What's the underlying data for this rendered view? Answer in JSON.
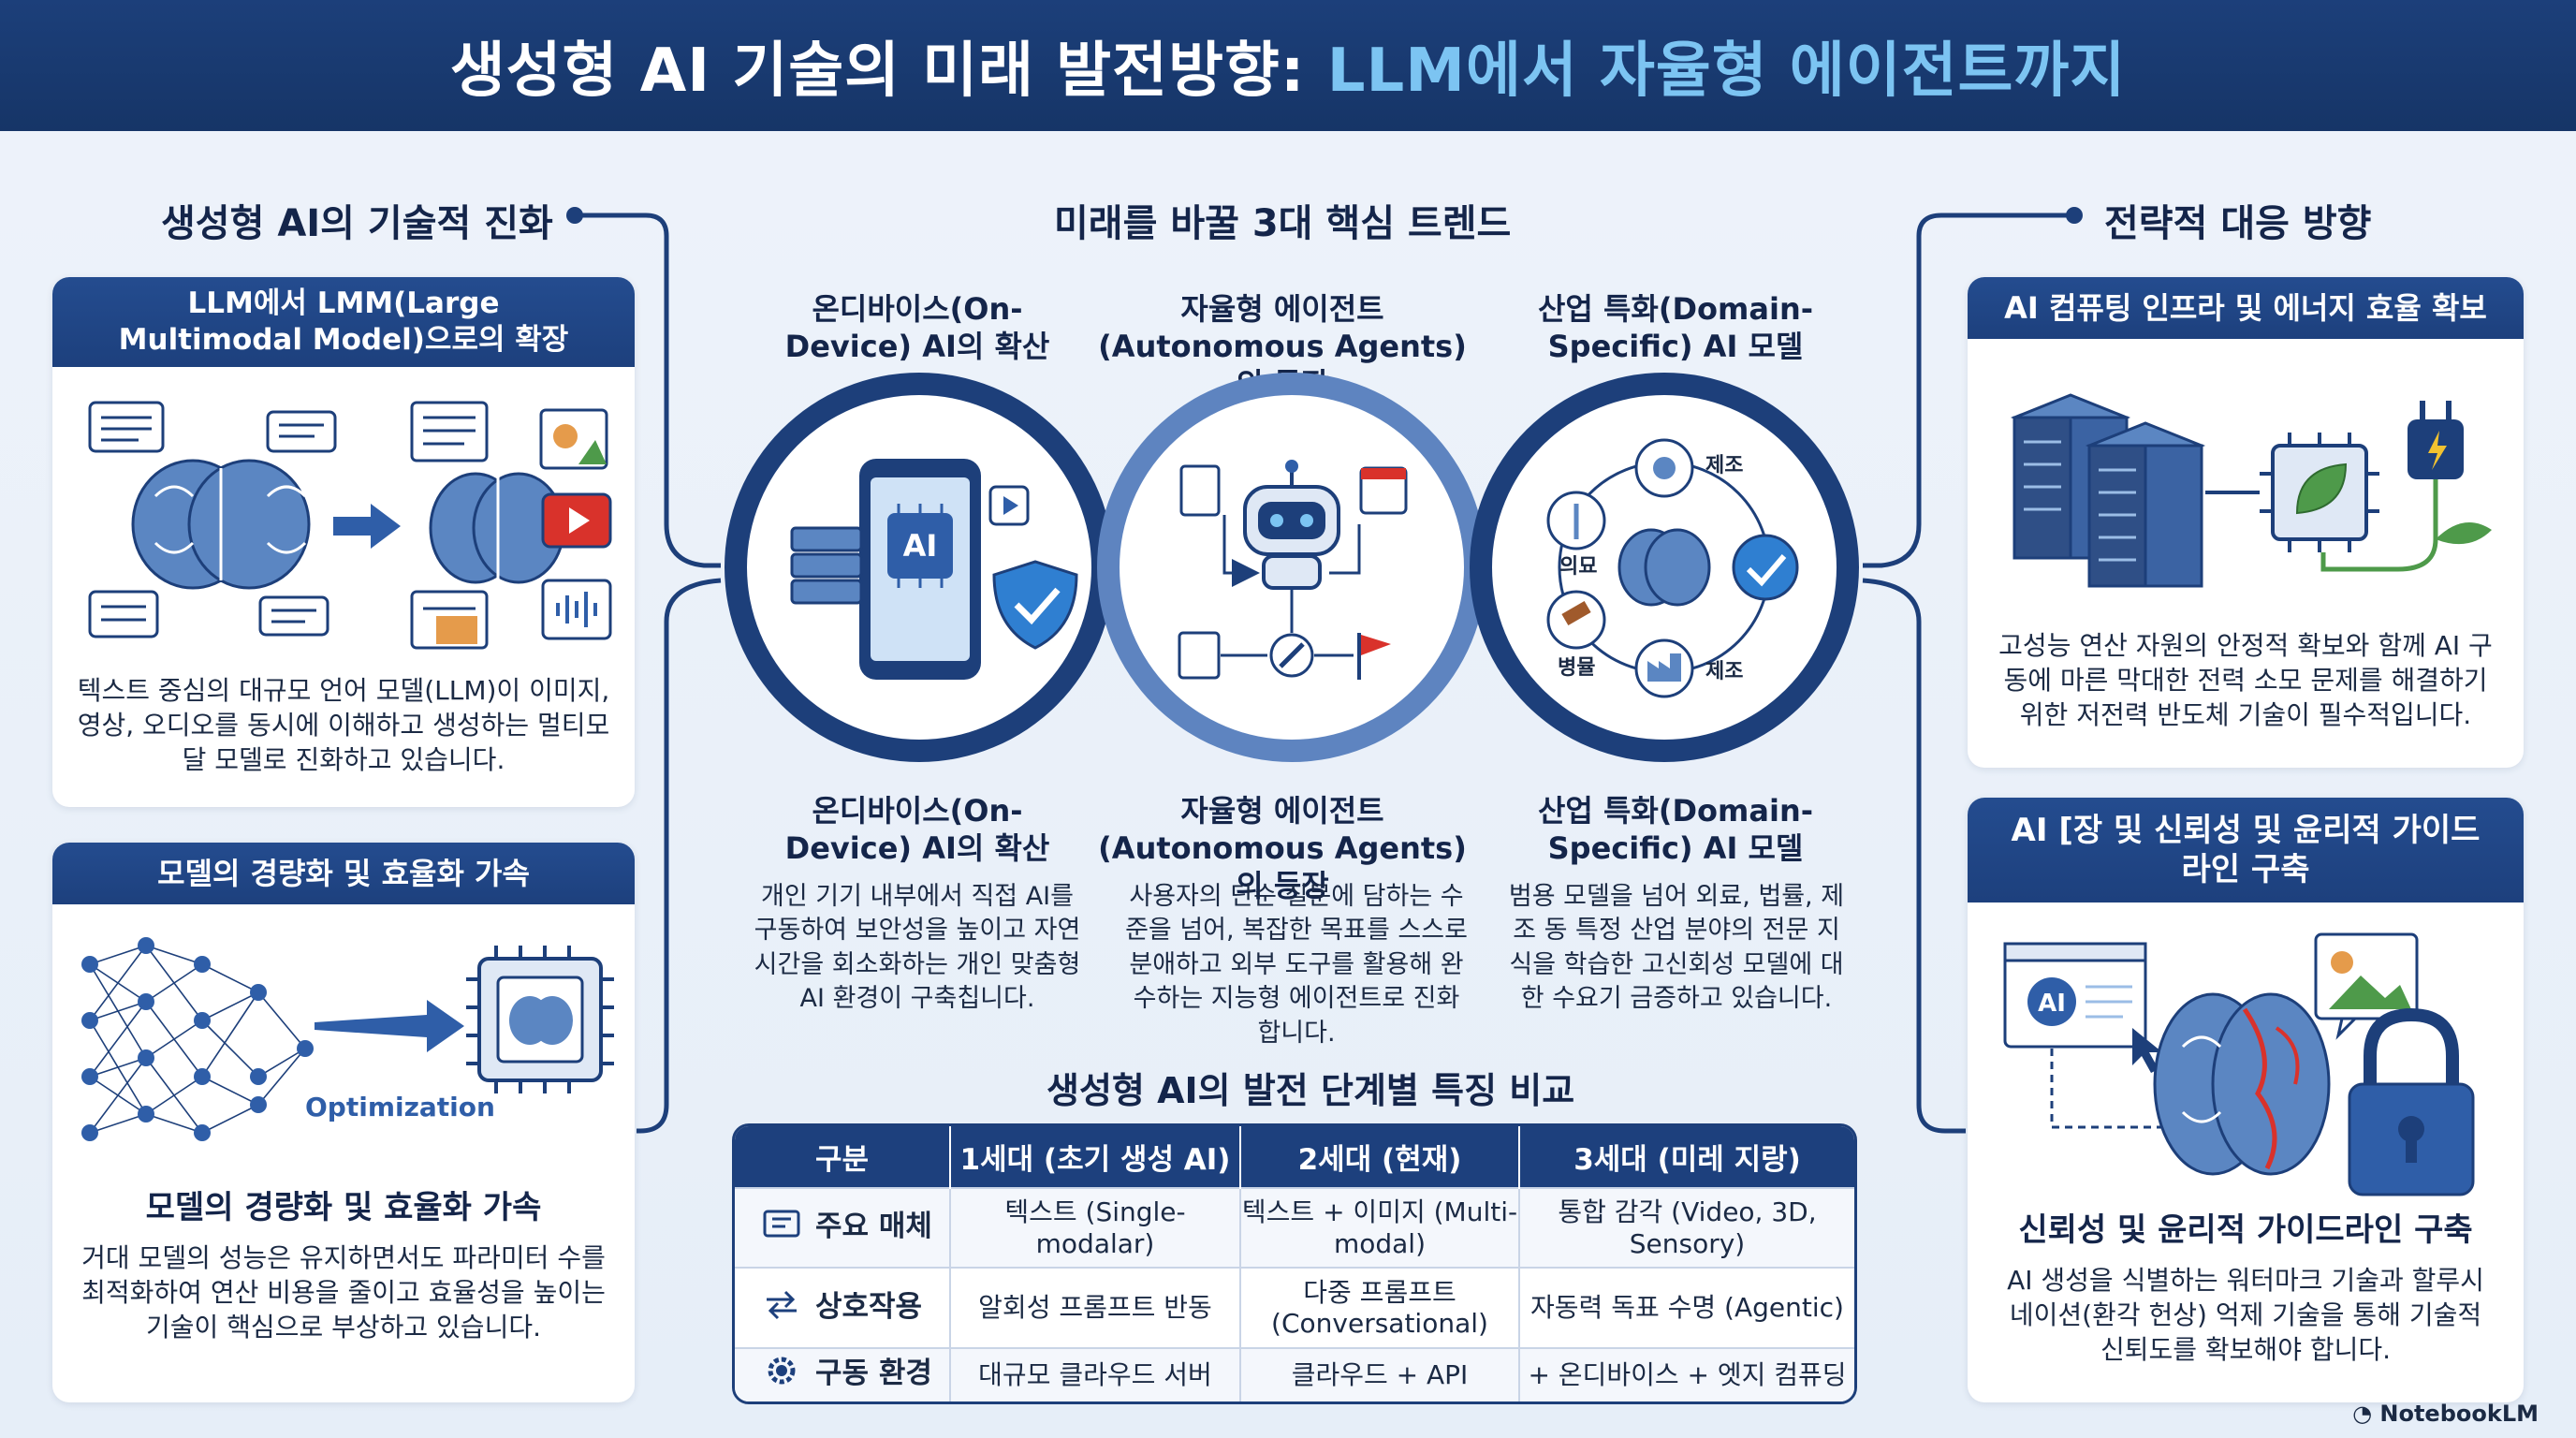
{
  "title": {
    "main": "생성형 AI 기술의 미래 발전방향:",
    "accent": "LLM에서 자율형 에이전트까지"
  },
  "left": {
    "heading": "생성형 AI의 기술적 진화",
    "card1": {
      "header": "LLM에서 LMM(Large Multimodal Model)으로의 확장",
      "text": "텍스트 중심의 대규모 언어 모델(LLM)이 이미지, 영상, 오디오를 동시에 이해하고 생성하는 멀티모달 모델로 진화하고 있습니다."
    },
    "card2": {
      "header": "모델의 경량화 및 효율화 가속",
      "diagram_label": "Optimization",
      "subtitle": "모델의 경량화 및 효율화 가속",
      "text": "거대 모델의 성능은 유지하면서도 파라미터 수를 최적화하여 연산 비용을 줄이고 효율성을 높이는 기술이 핵심으로 부상하고 있습니다."
    }
  },
  "center": {
    "heading": "미래를 바꿀 3대 핵심 트렌드",
    "trends": [
      {
        "title": "온디바이스(On-Device) AI의 확산",
        "desc": "개인 기기 내부에서 직접 AI를 구동하여 보안성을 높이고 자연 시간을 회소화하는 개인 맞춤형 AI 환경이 구축칩니다."
      },
      {
        "title": "자율형 에이전트(Autonomous Agents)의 등장",
        "desc": "사용자의 단순 질문에 담하는 수준을 넘어, 복잡한 목표를 스스로 분애하고 외부 도구를 활용해 완수하는 지능형 에이전트로 진화합니다."
      },
      {
        "title": "산업 특화(Domain-Specific) AI 모델",
        "desc": "범용 모델을 넘어 외료, 법률, 제조 동 특정 산업 분야의 전문 지식을 학습한 고신회성 모델에 대한 수요기 금증하고 있습니다."
      }
    ],
    "device_chip_label": "AI",
    "domain_labels": {
      "top": "제조",
      "left_top": "의묘",
      "left_bottom": "병뮬",
      "bottom": "제조"
    }
  },
  "table": {
    "title": "생성형 AI의 발전 단계별 특징 비교",
    "headers": [
      "구분",
      "1세대 (초기 생성 AI)",
      "2세대 (현재)",
      "3세대 (미레 지랑)"
    ],
    "rows": [
      {
        "icon": "media-icon",
        "label": "주요 매체",
        "cells": [
          "텍스트 (Single-modalar)",
          "텍스트 + 이미지 (Multi-modal)",
          "통합 감각 (Video, 3D, Sensory)"
        ]
      },
      {
        "icon": "interaction-icon",
        "label": "상호작용",
        "cells": [
          "알회성 프롬프트 반동",
          "다중 프롬프트 (Conversational)",
          "자동력 독표 수명 (Agentic)"
        ]
      },
      {
        "icon": "gear-icon",
        "label": "구동 환경",
        "cells": [
          "대규모 클라우드 서버",
          "클라우드 + API",
          "+ 온디바이스 + 엣지 컴퓨딩"
        ]
      }
    ]
  },
  "right": {
    "heading": "전략적 대응 방향",
    "card1": {
      "header": "AI 컴퓨팅 인프라 및 에너지 효율 확보",
      "text": "고성능 연산 자원의 안정적 확보와 함께 AI 구동에 마른 막대한 전력 소모 문제를 해결하기 위한 저전력 반도체 기술이 필수적입니다."
    },
    "card2": {
      "header": "AI [장 및 신뢰성 및 윤리적 가이드라인 구축",
      "screen_label": "AI",
      "subtitle": "신뢰성 및 윤리적 가이드라인 구축",
      "text": "AI 생성을 식별하는 워터마크 기술과 할루시네이션(환각 헌상) 억제 기술을 통해 기술적 신퇴도를 확보해야 합니다."
    }
  },
  "watermark": "NotebookLM",
  "colors": {
    "navy": "#1d407d",
    "accent": "#7cc4f2",
    "brain": "#5b86c2",
    "red": "#d9322b",
    "green": "#4e9a4a"
  }
}
